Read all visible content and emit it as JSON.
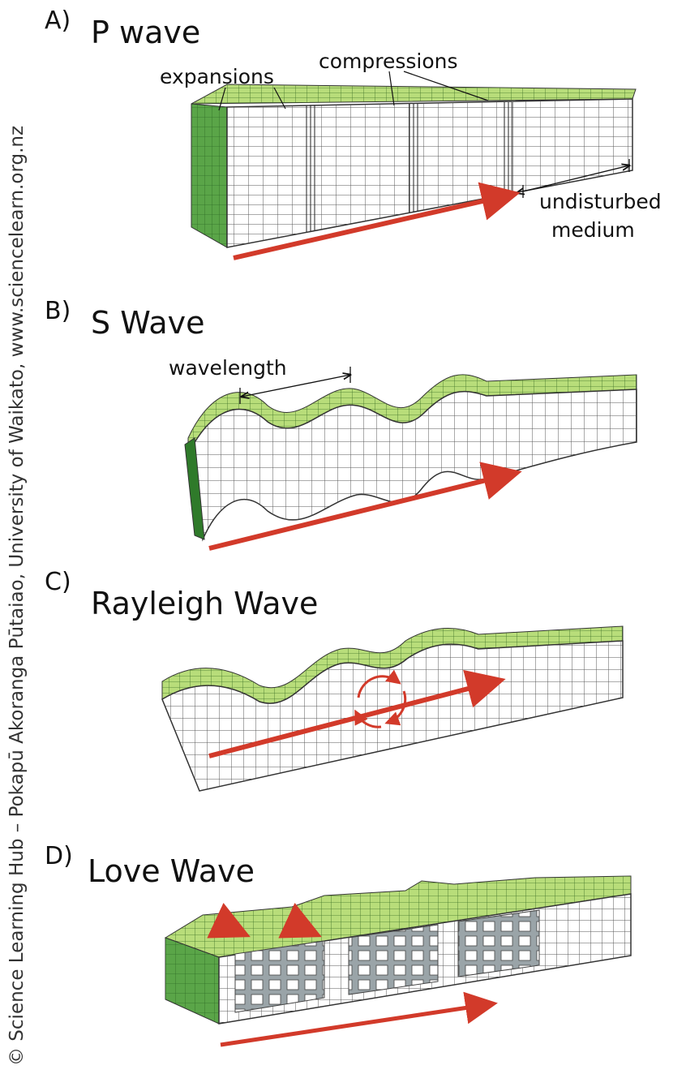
{
  "credit": "© Science Learning Hub – Pokapū Akoranga Pūtaiao, University of Waikato, www.sciencelearn.org.nz",
  "colors": {
    "green_top": "#b8dd7a",
    "green_side": "#5aa548",
    "grid_line": "#333333",
    "arrow": "#d23a2a",
    "block_gap": "#9aa4a8"
  },
  "panels": [
    {
      "letter": "A)",
      "title": "P wave",
      "labels": {
        "expansions": "expansions",
        "compressions": "compressions",
        "undisturbed_1": "undisturbed",
        "undisturbed_2": "medium"
      }
    },
    {
      "letter": "B)",
      "title": "S Wave",
      "labels": {
        "wavelength": "wavelength"
      }
    },
    {
      "letter": "C)",
      "title": "Rayleigh Wave",
      "labels": {}
    },
    {
      "letter": "D)",
      "title": "Love Wave",
      "labels": {}
    }
  ]
}
